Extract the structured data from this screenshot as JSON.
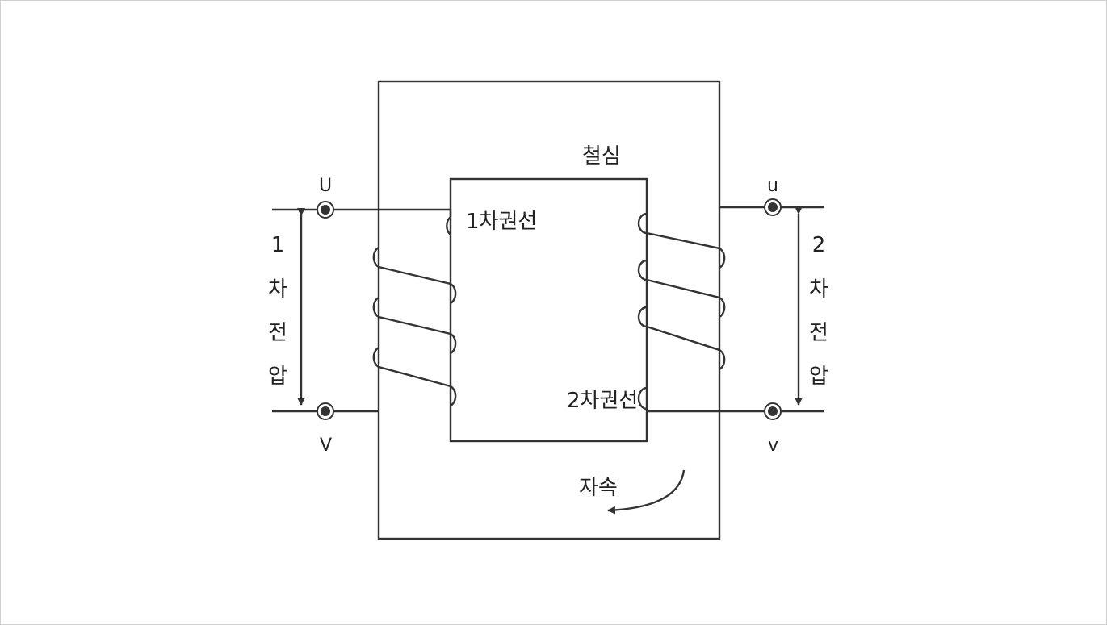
{
  "labels": {
    "core": "철심",
    "primary_winding": "1차권선",
    "secondary_winding": "2차권선",
    "flux": "자속",
    "terminal_U": "U",
    "terminal_V": "V",
    "terminal_u": "u",
    "terminal_v": "v"
  },
  "primary_voltage": [
    "1",
    "차",
    "전",
    "압"
  ],
  "secondary_voltage": [
    "2",
    "차",
    "전",
    "압"
  ],
  "colors": {
    "line": "#333333",
    "text": "#222222",
    "background": "#ffffff"
  }
}
